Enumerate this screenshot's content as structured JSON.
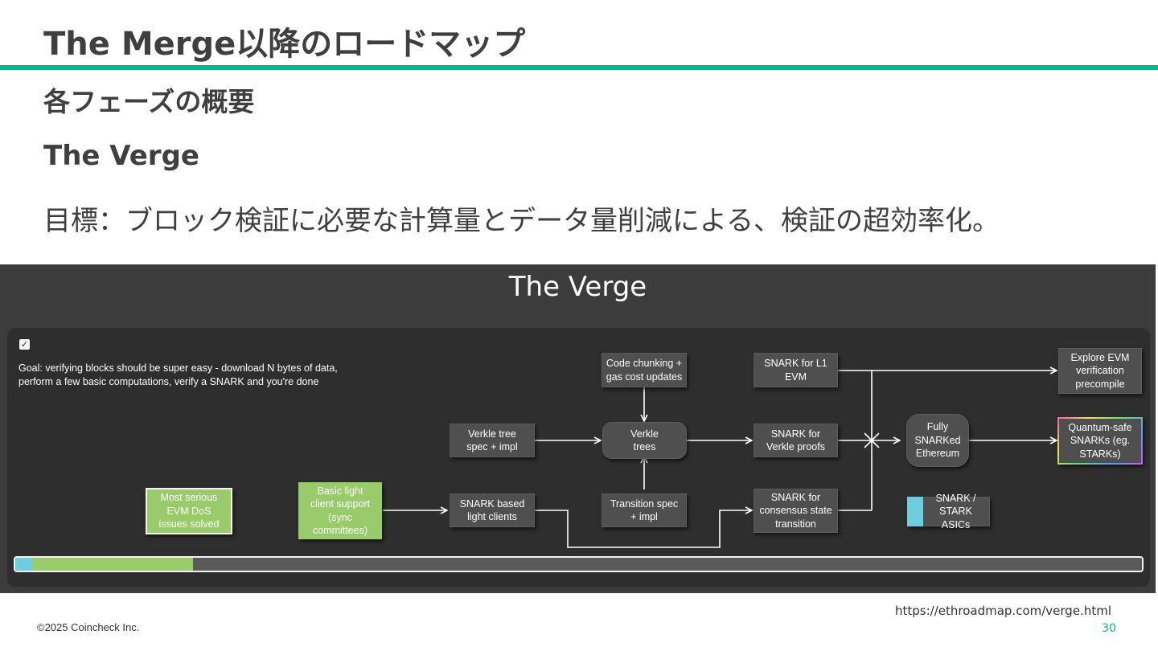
{
  "slide": {
    "title": "The Merge以降のロードマップ",
    "subtitle": "各フェーズの概要",
    "section": "The Verge",
    "goal": "目標：ブロック検証に必要な計算量とデータ量削減による、検証の超効率化。"
  },
  "diagram": {
    "title": "The Verge",
    "checkbox_icon": "checkmark-icon",
    "goal": "Goal: verifying blocks should be super easy - download N bytes of data, perform a few basic computations, verify a SNARK and you're done",
    "nodes": {
      "code_chunking": "Code chunking +\ngas cost updates",
      "snark_l1_evm": "SNARK for L1\nEVM",
      "explore_evm": "Explore EVM\nverification\nprecompile",
      "verkle_spec": "Verkle tree\nspec + impl",
      "verkle_trees": "Verkle\ntrees",
      "snark_verkle": "SNARK for\nVerkle proofs",
      "fully_snarked": "Fully\nSNARKed\nEthereum",
      "quantum_safe": "Quantum-safe\nSNARKs (eg.\nSTARKs)",
      "evm_dos": "Most serious\nEVM DoS\nissues solved",
      "light_client": "Basic light\nclient support\n(sync\ncommittees)",
      "snark_light": "SNARK based\nlight clients",
      "transition_spec": "Transition spec\n+ impl",
      "snark_consensus": "SNARK for\nconsensus state\ntransition",
      "snark_asics": "SNARK /\nSTARK ASICs"
    },
    "colors": {
      "done_green": "#9acb6b",
      "cyan": "#6fcde0",
      "node_gray": "#4f4f4f",
      "accent_teal": "#12b08a"
    },
    "progress": {
      "cyan_fraction": 0.015,
      "green_fraction": 0.143
    }
  },
  "footer": {
    "copyright": "©2025 Coincheck Inc.",
    "url": "https://ethroadmap.com/verge.html",
    "page": "30"
  }
}
